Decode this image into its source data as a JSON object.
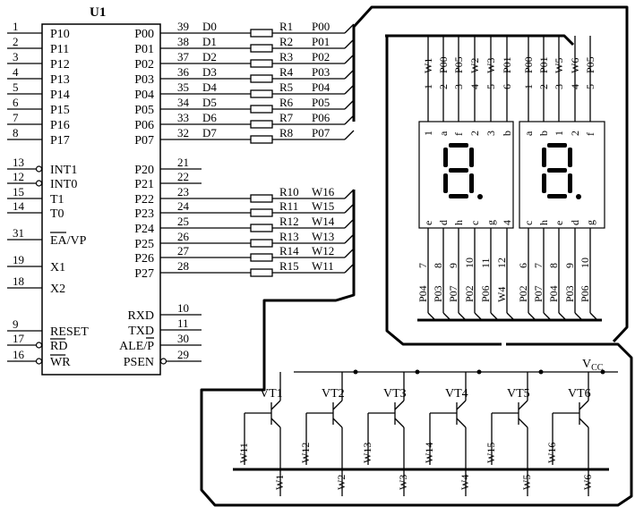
{
  "chip": {
    "name": "U1",
    "left_pins": [
      {
        "num": "1",
        "label": "P10"
      },
      {
        "num": "2",
        "label": "P11"
      },
      {
        "num": "3",
        "label": "P12"
      },
      {
        "num": "4",
        "label": "P13"
      },
      {
        "num": "5",
        "label": "P14"
      },
      {
        "num": "6",
        "label": "P15"
      },
      {
        "num": "7",
        "label": "P16"
      },
      {
        "num": "8",
        "label": "P17"
      },
      {
        "num": "13",
        "label": "INT1"
      },
      {
        "num": "12",
        "label": "INT0"
      },
      {
        "num": "15",
        "label": "T1"
      },
      {
        "num": "14",
        "label": "T0"
      },
      {
        "num": "31",
        "label": "EA/VP"
      },
      {
        "num": "19",
        "label": "X1"
      },
      {
        "num": "18",
        "label": "X2"
      },
      {
        "num": "9",
        "label": "RESET"
      },
      {
        "num": "17",
        "label": "RD"
      },
      {
        "num": "16",
        "label": "WR"
      }
    ],
    "right_pins": [
      {
        "num": "39",
        "label": "P00",
        "net": "D0",
        "res": "R1",
        "out": "P00"
      },
      {
        "num": "38",
        "label": "P01",
        "net": "D1",
        "res": "R2",
        "out": "P01"
      },
      {
        "num": "37",
        "label": "P02",
        "net": "D2",
        "res": "R3",
        "out": "P02"
      },
      {
        "num": "36",
        "label": "P03",
        "net": "D3",
        "res": "R4",
        "out": "P03"
      },
      {
        "num": "35",
        "label": "P04",
        "net": "D4",
        "res": "R5",
        "out": "P04"
      },
      {
        "num": "34",
        "label": "P05",
        "net": "D5",
        "res": "R6",
        "out": "P05"
      },
      {
        "num": "33",
        "label": "P06",
        "net": "D6",
        "res": "R7",
        "out": "P06"
      },
      {
        "num": "32",
        "label": "P07",
        "net": "D7",
        "res": "R8",
        "out": "P07"
      },
      {
        "num": "21",
        "label": "P20"
      },
      {
        "num": "22",
        "label": "P21"
      },
      {
        "num": "23",
        "label": "P22",
        "res": "R10",
        "out": "W16"
      },
      {
        "num": "24",
        "label": "P23",
        "res": "R11",
        "out": "W15"
      },
      {
        "num": "25",
        "label": "P24",
        "res": "R12",
        "out": "W14"
      },
      {
        "num": "26",
        "label": "P25",
        "res": "R13",
        "out": "W13"
      },
      {
        "num": "27",
        "label": "P26",
        "res": "R14",
        "out": "W12"
      },
      {
        "num": "28",
        "label": "P27",
        "res": "R15",
        "out": "W11"
      },
      {
        "num": "10",
        "label": "RXD"
      },
      {
        "num": "11",
        "label": "TXD"
      },
      {
        "num": "30",
        "label": "ALE/P"
      },
      {
        "num": "29",
        "label": "PSEN"
      }
    ]
  },
  "display_left": {
    "top_net_labels": [
      "W1",
      "P00",
      "P05",
      "W2",
      "W3",
      "P01"
    ],
    "top_pin_nums": [
      "1",
      "2",
      "3",
      "4",
      "5",
      "6"
    ],
    "inner_top": [
      "1",
      "a",
      "f",
      "2",
      "3",
      "b"
    ],
    "inner_bottom": [
      "e",
      "d",
      "h",
      "c",
      "g",
      "4"
    ],
    "bottom_pin_nums": [
      "7",
      "8",
      "9",
      "10",
      "11",
      "12"
    ],
    "bottom_net_labels": [
      "P04",
      "P03",
      "P07",
      "P02",
      "P06",
      "W4"
    ]
  },
  "display_right": {
    "top_net_labels": [
      "P00",
      "P01",
      "W5",
      "W6",
      "P05"
    ],
    "top_pin_nums": [
      "1",
      "2",
      "3",
      "4",
      "5"
    ],
    "inner_top": [
      "a",
      "b",
      "1",
      "2",
      "f"
    ],
    "inner_bottom": [
      "c",
      "h",
      "e",
      "d",
      "g"
    ],
    "bottom_pin_nums": [
      "6",
      "7",
      "8",
      "9",
      "10"
    ],
    "bottom_net_labels": [
      "P02",
      "P07",
      "P04",
      "P03",
      "P06"
    ]
  },
  "transistors": {
    "vcc_label": "VCC",
    "names": [
      "VT1",
      "VT2",
      "VT3",
      "VT4",
      "VT5",
      "VT6"
    ],
    "base_labels": [
      "W11",
      "W12",
      "W13",
      "W14",
      "W15",
      "W16"
    ],
    "collector_labels": [
      "W1",
      "W2",
      "W3",
      "W4",
      "W5",
      "W6"
    ]
  }
}
